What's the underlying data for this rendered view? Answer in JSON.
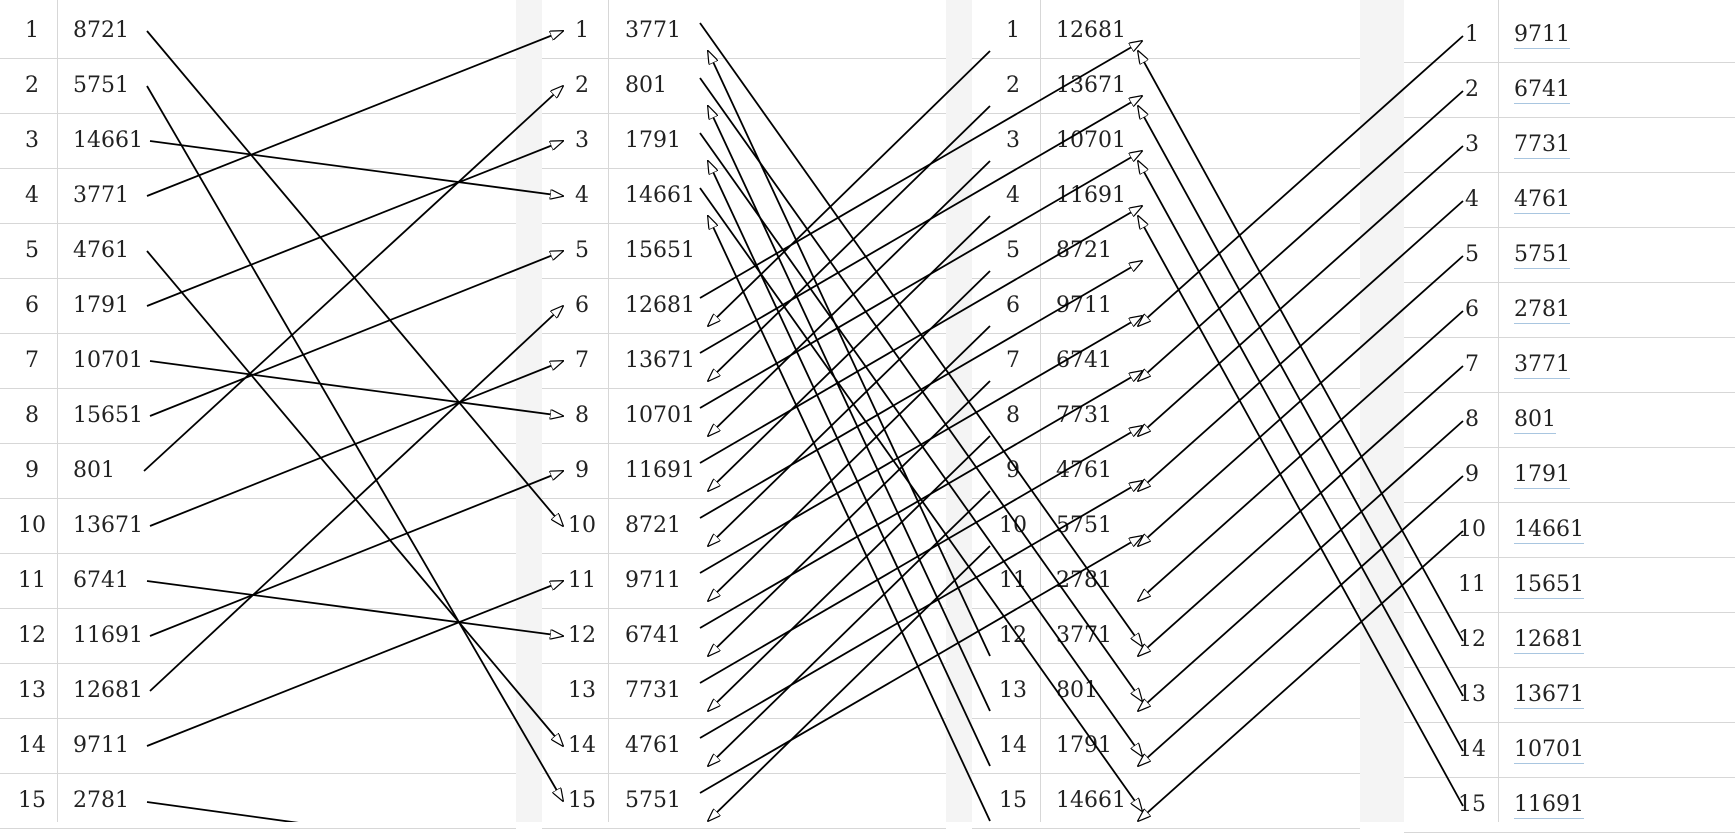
{
  "columns": [
    {
      "index": [
        "1",
        "2",
        "3",
        "4",
        "5",
        "6",
        "7",
        "8",
        "9",
        "10",
        "11",
        "12",
        "13",
        "14",
        "15"
      ],
      "values": [
        "8721",
        "5751",
        "14661",
        "3771",
        "4761",
        "1791",
        "10701",
        "15651",
        "801",
        "13671",
        "6741",
        "11691",
        "12681",
        "9711",
        "2781"
      ]
    },
    {
      "index": [
        "1",
        "2",
        "3",
        "4",
        "5",
        "6",
        "7",
        "8",
        "9",
        "10",
        "11",
        "12",
        "13",
        "14",
        "15"
      ],
      "values": [
        "3771",
        "801",
        "1791",
        "14661",
        "15651",
        "12681",
        "13671",
        "10701",
        "11691",
        "8721",
        "9711",
        "6741",
        "7731",
        "4761",
        "5751"
      ]
    },
    {
      "index": [
        "1",
        "2",
        "3",
        "4",
        "5",
        "6",
        "7",
        "8",
        "9",
        "10",
        "11",
        "12",
        "13",
        "14",
        "15"
      ],
      "values": [
        "12681",
        "13671",
        "10701",
        "11691",
        "8721",
        "9711",
        "6741",
        "7731",
        "4761",
        "5751",
        "2781",
        "3771",
        "801",
        "1791",
        "14661"
      ]
    },
    {
      "index": [
        "1",
        "2",
        "3",
        "4",
        "5",
        "6",
        "7",
        "8",
        "9",
        "10",
        "11",
        "12",
        "13",
        "14",
        "15"
      ],
      "values": [
        "9711",
        "6741",
        "7731",
        "4761",
        "5751",
        "2781",
        "3771",
        "801",
        "1791",
        "14661",
        "15651",
        "12681",
        "13671",
        "10701",
        "11691"
      ]
    }
  ],
  "arrow_color": "#000000",
  "grid_color": "#d7d7d7"
}
